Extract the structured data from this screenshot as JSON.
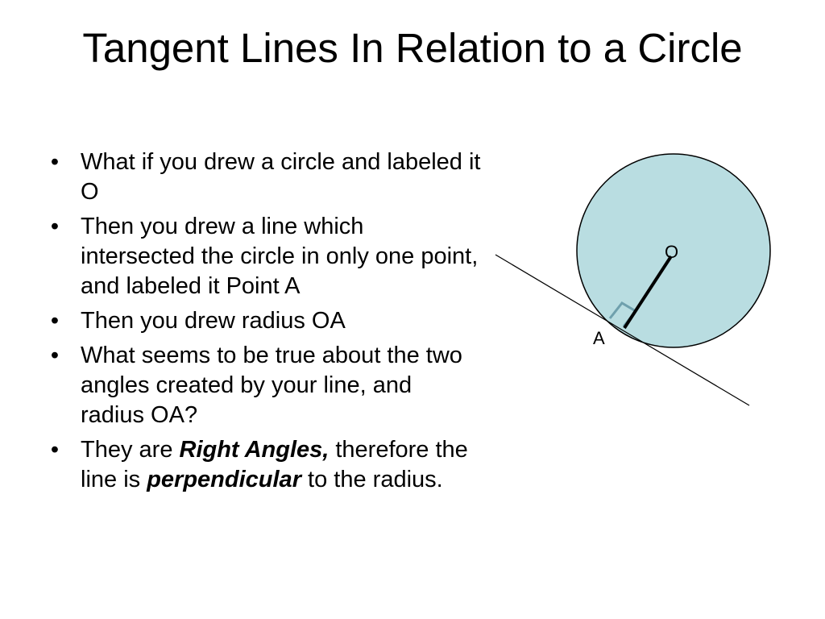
{
  "slide": {
    "title": "Tangent Lines In Relation to a Circle",
    "bullets": [
      {
        "text": "What if you drew a circle and labeled it O"
      },
      {
        "text": "Then you drew a line which intersected the circle in only one point, and labeled it Point A"
      },
      {
        "text": "Then you drew radius OA"
      },
      {
        "text": "What seems to be true about the two angles created by your line, and radius OA?"
      },
      {
        "before": "They are ",
        "emph1": "Right Angles,",
        "middle": " therefore the line is ",
        "emph2": "perpendicular",
        "after": " to the radius."
      }
    ],
    "bullet_symbol": "•"
  },
  "diagram": {
    "center_label": "O",
    "point_label": "A",
    "circle_fill": "#b9dde1",
    "stroke_color": "#000000",
    "right_angle_color": "#6fa0ad"
  }
}
